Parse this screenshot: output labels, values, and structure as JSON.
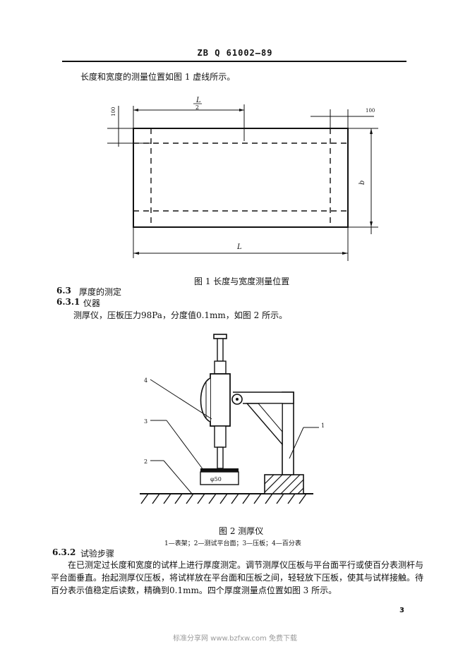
{
  "header": {
    "standard_code": "ZB Q 61002—89"
  },
  "intro_text": "长度和宽度的测量位置如图 1 虚线所示。",
  "figure1": {
    "dim_half_length": "L",
    "dim_half_den": "2",
    "dim_100_left": "100",
    "dim_100_right": "100",
    "dim_width": "b",
    "dim_length": "L",
    "caption": "图 1 长度与宽度测量位置"
  },
  "section_6_3": {
    "number": "6.3",
    "title": "厚度的测定"
  },
  "section_6_3_1": {
    "number": "6.3.1",
    "title": "仪器",
    "body": "测厚仪，压板压力98Pa，分度值0.1mm，如图 2 所示。"
  },
  "figure2": {
    "labels": [
      "4",
      "3",
      "2",
      "1"
    ],
    "phi_label": "φ50",
    "caption": "图 2 测厚仪",
    "legend": "1—表架；2—测试平台面；3—压板；4—百分表"
  },
  "section_6_3_2": {
    "number": "6.3.2",
    "title": "试验步骤",
    "lines": [
      "在已测定过长度和宽度的试样上进行厚度测定。调节测厚仪压板与平台面平行或使百分表测杆与",
      "平台面垂直。抬起测厚仪压板，将试样放在平台面和压板之间，轻轻放下压板，使其与试样接触。待",
      "百分表示值稳定后读数，精确到0.1mm。四个厚度测量点位置如图 3 所示。"
    ]
  },
  "page_number": "3",
  "footer": "标准分享网 www.bzfxw.com 免费下载"
}
